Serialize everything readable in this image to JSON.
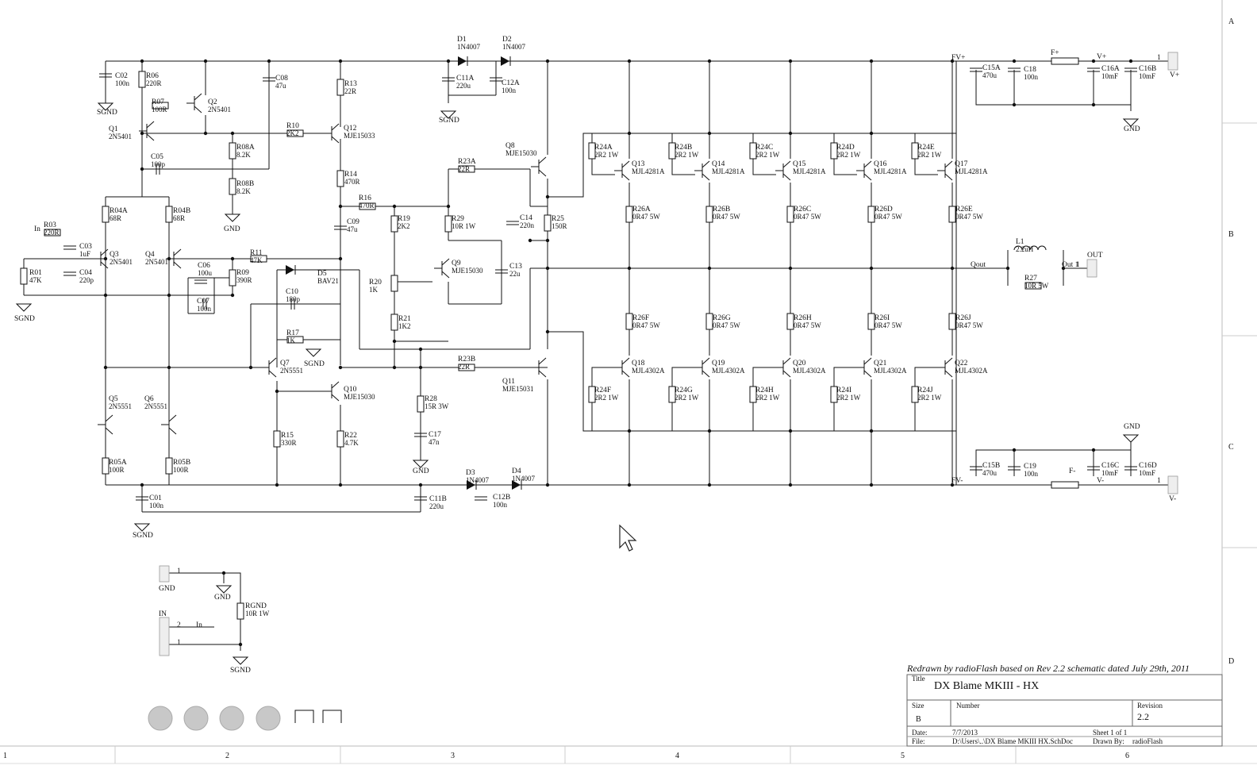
{
  "schematic": {
    "grid": {
      "columns": [
        "1",
        "2",
        "3",
        "4",
        "5",
        "6"
      ],
      "rows": [
        "A",
        "B",
        "C",
        "D"
      ]
    },
    "components": [
      {
        "id": "C02",
        "value": "100n"
      },
      {
        "id": "R06",
        "value": "220R"
      },
      {
        "id": "R07",
        "value": "100R"
      },
      {
        "id": "Q2",
        "value": "2N5401"
      },
      {
        "id": "Q1",
        "value": "2N5401"
      },
      {
        "id": "C08",
        "value": "47u"
      },
      {
        "id": "R13",
        "value": "22R"
      },
      {
        "id": "R10",
        "value": "2K2"
      },
      {
        "id": "Q12",
        "value": "MJE15033"
      },
      {
        "id": "R08A",
        "value": "8.2K"
      },
      {
        "id": "R08B",
        "value": "8.2K"
      },
      {
        "id": "C05",
        "value": "100p"
      },
      {
        "id": "R14",
        "value": "470R"
      },
      {
        "id": "R16",
        "value": "470R"
      },
      {
        "id": "C09",
        "value": "47u"
      },
      {
        "id": "R04A",
        "value": "68R"
      },
      {
        "id": "R04B",
        "value": "68R"
      },
      {
        "id": "R03",
        "value": "220R"
      },
      {
        "id": "C03",
        "value": "1uF"
      },
      {
        "id": "C04",
        "value": "220p"
      },
      {
        "id": "R01",
        "value": "47K"
      },
      {
        "id": "Q3",
        "value": "2N5401"
      },
      {
        "id": "Q4",
        "value": "2N5401"
      },
      {
        "id": "C06",
        "value": "100u"
      },
      {
        "id": "C07",
        "value": "100n"
      },
      {
        "id": "R09",
        "value": "390R"
      },
      {
        "id": "R11",
        "value": "47K"
      },
      {
        "id": "D5",
        "value": "BAV21"
      },
      {
        "id": "C10",
        "value": "180p"
      },
      {
        "id": "R17",
        "value": "1K"
      },
      {
        "id": "Q7",
        "value": "2N5551"
      },
      {
        "id": "Q10",
        "value": "MJE15030"
      },
      {
        "id": "R15",
        "value": "330R"
      },
      {
        "id": "R22",
        "value": "4.7K"
      },
      {
        "id": "Q5",
        "value": "2N5551"
      },
      {
        "id": "Q6",
        "value": "2N5551"
      },
      {
        "id": "R05A",
        "value": "100R"
      },
      {
        "id": "R05B",
        "value": "100R"
      },
      {
        "id": "C01",
        "value": "100n"
      },
      {
        "id": "D1",
        "value": "1N4007"
      },
      {
        "id": "D2",
        "value": "1N4007"
      },
      {
        "id": "C11A",
        "value": "220u"
      },
      {
        "id": "C12A",
        "value": "100n"
      },
      {
        "id": "Q8",
        "value": "MJE15030"
      },
      {
        "id": "R23A",
        "value": "22R"
      },
      {
        "id": "R19",
        "value": "2K2"
      },
      {
        "id": "R29",
        "value": "10R 1W"
      },
      {
        "id": "C14",
        "value": "220n"
      },
      {
        "id": "R25",
        "value": "150R"
      },
      {
        "id": "Q9",
        "value": "MJE15030"
      },
      {
        "id": "C13",
        "value": "22u"
      },
      {
        "id": "R20",
        "value": "1K"
      },
      {
        "id": "R21",
        "value": "1K2"
      },
      {
        "id": "R23B",
        "value": "22R"
      },
      {
        "id": "Q11",
        "value": "MJE15031"
      },
      {
        "id": "R28",
        "value": "15R 3W"
      },
      {
        "id": "C17",
        "value": "47n"
      },
      {
        "id": "D3",
        "value": "1N4007"
      },
      {
        "id": "D4",
        "value": "1N4007"
      },
      {
        "id": "C11B",
        "value": "220u"
      },
      {
        "id": "C12B",
        "value": "100n"
      },
      {
        "id": "R24A",
        "value": "2R2 1W"
      },
      {
        "id": "R24B",
        "value": "2R2 1W"
      },
      {
        "id": "R24C",
        "value": "2R2 1W"
      },
      {
        "id": "R24D",
        "value": "2R2 1W"
      },
      {
        "id": "R24E",
        "value": "2R2 1W"
      },
      {
        "id": "Q13",
        "value": "MJL4281A"
      },
      {
        "id": "Q14",
        "value": "MJL4281A"
      },
      {
        "id": "Q15",
        "value": "MJL4281A"
      },
      {
        "id": "Q16",
        "value": "MJL4281A"
      },
      {
        "id": "Q17",
        "value": "MJL4281A"
      },
      {
        "id": "R26A",
        "value": "0R47 5W"
      },
      {
        "id": "R26B",
        "value": "0R47 5W"
      },
      {
        "id": "R26C",
        "value": "0R47 5W"
      },
      {
        "id": "R26D",
        "value": "0R47 5W"
      },
      {
        "id": "R26E",
        "value": "0R47 5W"
      },
      {
        "id": "R26F",
        "value": "0R47 5W"
      },
      {
        "id": "R26G",
        "value": "0R47 5W"
      },
      {
        "id": "R26H",
        "value": "0R47 5W"
      },
      {
        "id": "R26I",
        "value": "0R47 5W"
      },
      {
        "id": "R26J",
        "value": "0R47 5W"
      },
      {
        "id": "Q18",
        "value": "MJL4302A"
      },
      {
        "id": "Q19",
        "value": "MJL4302A"
      },
      {
        "id": "Q20",
        "value": "MJL4302A"
      },
      {
        "id": "Q21",
        "value": "MJL4302A"
      },
      {
        "id": "Q22",
        "value": "MJL4302A"
      },
      {
        "id": "R24F",
        "value": "2R2 1W"
      },
      {
        "id": "R24G",
        "value": "2R2 1W"
      },
      {
        "id": "R24H",
        "value": "2R2 1W"
      },
      {
        "id": "R24I",
        "value": "2R2 1W"
      },
      {
        "id": "R24J",
        "value": "2R2 1W"
      },
      {
        "id": "C15A",
        "value": "470u"
      },
      {
        "id": "C18",
        "value": "100n"
      },
      {
        "id": "C16A",
        "value": "10mF"
      },
      {
        "id": "C16B",
        "value": "10mF"
      },
      {
        "id": "C15B",
        "value": "470u"
      },
      {
        "id": "C19",
        "value": "100n"
      },
      {
        "id": "C16C",
        "value": "10mF"
      },
      {
        "id": "C16D",
        "value": "10mF"
      },
      {
        "id": "L1",
        "value": "2.2uH"
      },
      {
        "id": "R27",
        "value": "10R 5W"
      },
      {
        "id": "RGND",
        "value": "10R 1W"
      }
    ],
    "nets": {
      "sgnd": "SGND",
      "gnd": "GND",
      "in": "In",
      "qout": "Qout",
      "out": "OUT",
      "fvp": "FV+",
      "fvm": "FV-",
      "vp": "V+",
      "vm": "V-",
      "fp": "F+",
      "fm": "F-",
      "out1": "Out 1",
      "pin1": "1",
      "pin2": "2",
      "in_conn": "IN"
    }
  },
  "title_block": {
    "credit": "Redrawn by radioFlash based on Rev 2.2 schematic dated July 29th, 2011",
    "title_label": "Title",
    "title": "DX Blame MKIII - HX",
    "size_label": "Size",
    "size": "B",
    "number_label": "Number",
    "revision_label": "Revision",
    "revision": "2.2",
    "date_label": "Date:",
    "date": "7/7/2013",
    "sheet": "Sheet 1 of 1",
    "file_label": "File:",
    "file": "D:\\Users\\..\\DX Blame MKIII HX.SchDoc",
    "drawn_by_label": "Drawn By:",
    "drawn_by": "radioFlash"
  }
}
